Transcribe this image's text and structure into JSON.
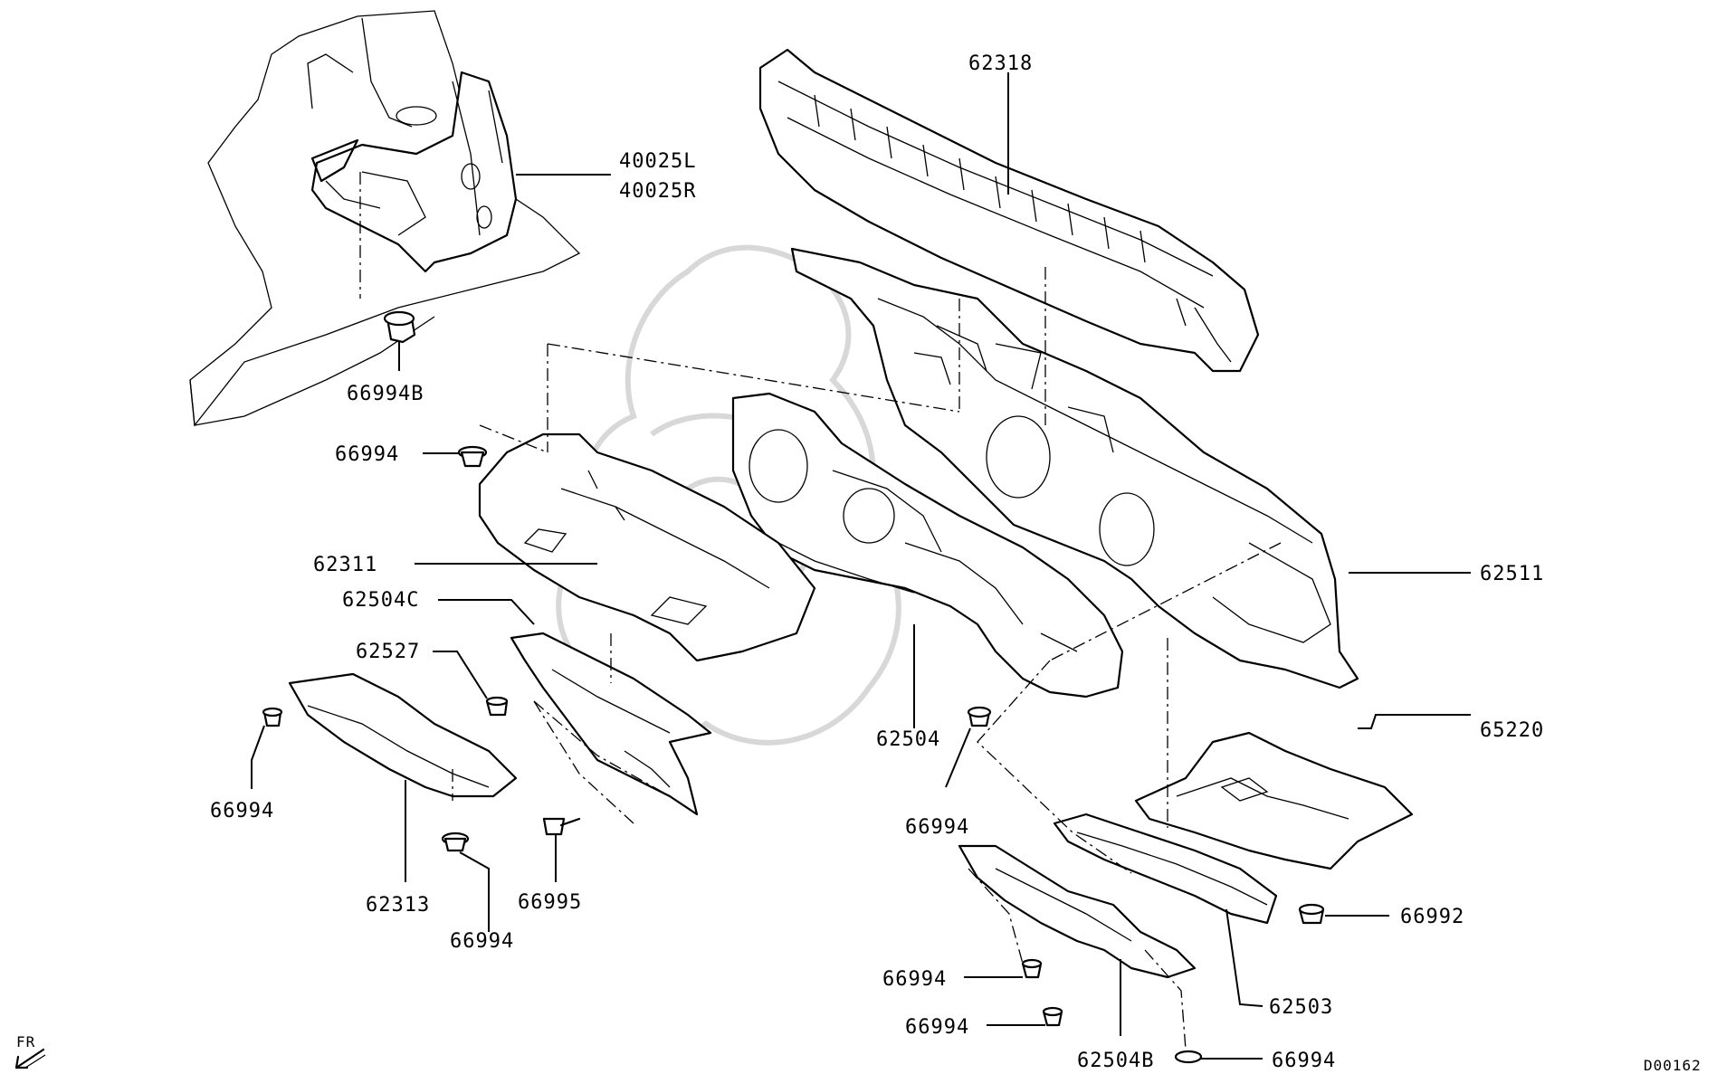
{
  "labels": {
    "p62318": "62318",
    "p40025L": "40025L",
    "p40025R": "40025R",
    "p66994B": "66994B",
    "p66994_a": "66994",
    "p62311": "62311",
    "p62504C": "62504C",
    "p62527": "62527",
    "p66994_b": "66994",
    "p62313": "62313",
    "p66994_c": "66994",
    "p66995": "66995",
    "p62504": "62504",
    "p66994_d": "66994",
    "p62511": "62511",
    "p65220": "65220",
    "p66992": "66992",
    "p62503": "62503",
    "p66994_e": "66994",
    "p66994_f": "66994",
    "p62504B": "62504B",
    "p66994_g": "66994"
  },
  "orientation": {
    "label": "FR",
    "icon": "front-arrow-icon"
  },
  "diagram_code": "D00162"
}
